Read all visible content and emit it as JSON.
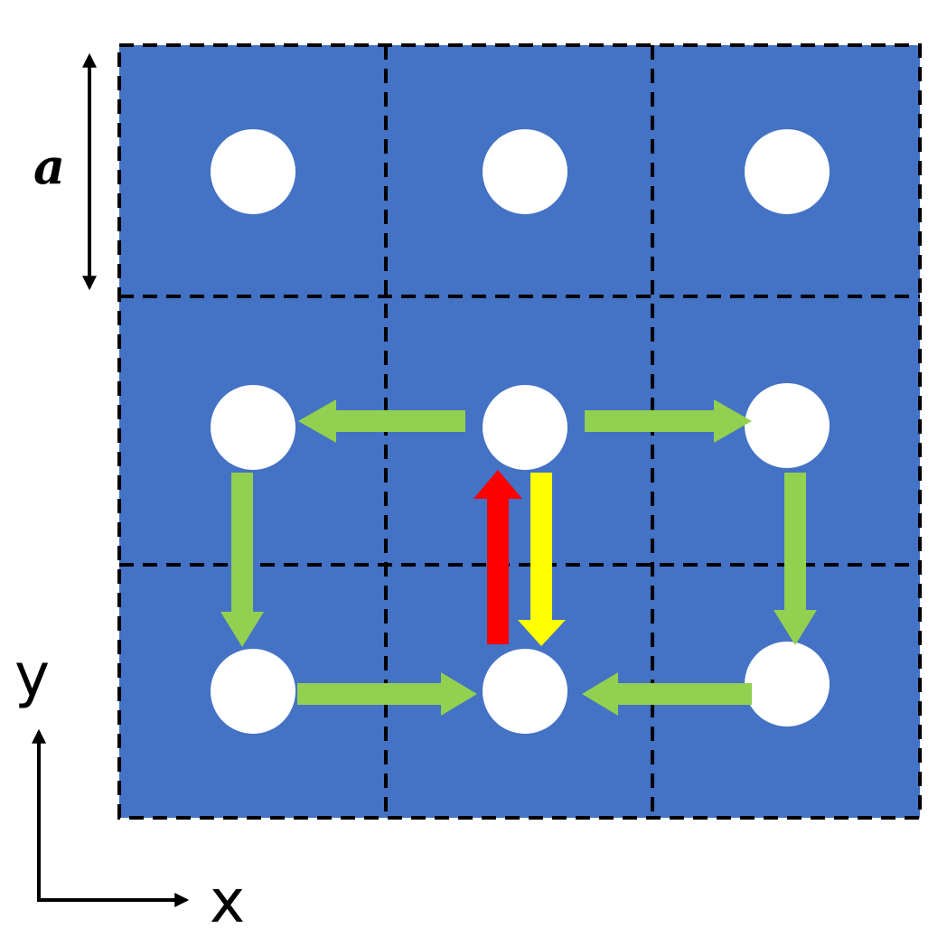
{
  "diagram": {
    "lattice_constant_label": "a",
    "axis_x_label": "x",
    "axis_y_label": "y",
    "grid": {
      "rows": 3,
      "cols": 3
    },
    "colors": {
      "background": "#4472C4",
      "hole": "#FFFFFF",
      "cell_border": "#000000",
      "green_arrow": "#92D050",
      "red_arrow": "#FF0000",
      "yellow_arrow": "#FFFF00",
      "axis": "#000000"
    },
    "arrows": [
      {
        "name": "arrow-center-to-left",
        "color": "green"
      },
      {
        "name": "arrow-center-to-right",
        "color": "green"
      },
      {
        "name": "arrow-left-down",
        "color": "green"
      },
      {
        "name": "arrow-right-down",
        "color": "green"
      },
      {
        "name": "arrow-bottom-left-to-center",
        "color": "green"
      },
      {
        "name": "arrow-bottom-right-to-center",
        "color": "green"
      },
      {
        "name": "arrow-red-up",
        "color": "red"
      },
      {
        "name": "arrow-yellow-down",
        "color": "yellow"
      }
    ]
  }
}
